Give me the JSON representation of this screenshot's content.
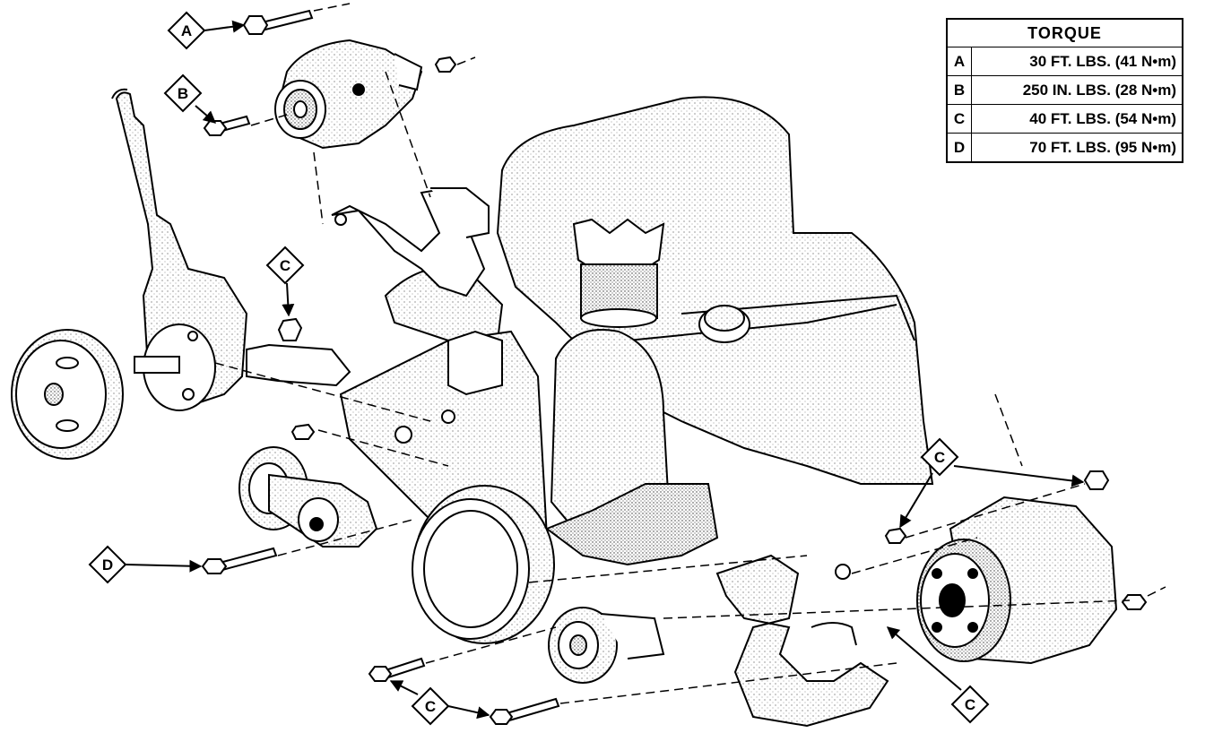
{
  "torque_table": {
    "header": "TORQUE",
    "rows": [
      {
        "letter": "A",
        "value": "30 FT. LBS. (41 N•m)"
      },
      {
        "letter": "B",
        "value": "250 IN. LBS. (28 N•m)"
      },
      {
        "letter": "C",
        "value": "40 FT. LBS. (54 N•m)"
      },
      {
        "letter": "D",
        "value": "70 FT. LBS. (95 N•m)"
      }
    ]
  },
  "callouts": {
    "a_top": "A",
    "b_top": "B",
    "c_power_steering": "C",
    "d_tensioner": "D",
    "c_compressor_top": "C",
    "c_bottom_left": "C",
    "c_bottom_right": "C"
  }
}
